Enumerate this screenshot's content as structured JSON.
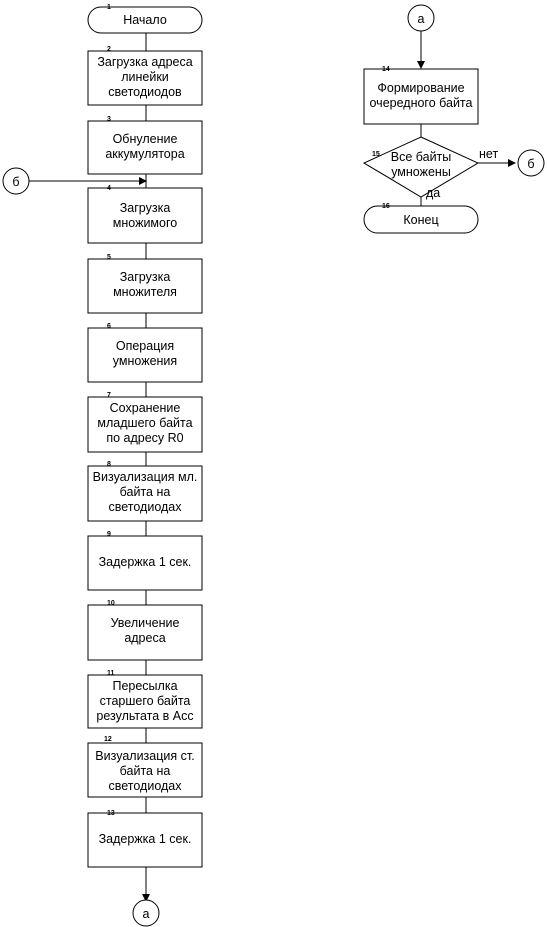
{
  "blocks": {
    "start": {
      "num": "1",
      "lines": [
        "Начало"
      ]
    },
    "b2": {
      "num": "2",
      "lines": [
        "Загрузка адреса",
        "линейки",
        "светодиодов"
      ]
    },
    "b3": {
      "num": "3",
      "lines": [
        "Обнуление",
        "аккумулятора"
      ]
    },
    "b4": {
      "num": "4",
      "lines": [
        "Загрузка",
        "множимого"
      ]
    },
    "b5": {
      "num": "5",
      "lines": [
        "Загрузка",
        "множителя"
      ]
    },
    "b6": {
      "num": "6",
      "lines": [
        "Операция",
        "умножения"
      ]
    },
    "b7": {
      "num": "7",
      "lines": [
        "Сохранение",
        "младшего байта",
        "по адресу R0"
      ]
    },
    "b8": {
      "num": "8",
      "lines": [
        "Визуализация мл.",
        "байта на",
        "светодиодах"
      ]
    },
    "b9": {
      "num": "9",
      "lines": [
        "Задержка 1 сек."
      ]
    },
    "b10": {
      "num": "10",
      "lines": [
        "Увеличение",
        "адреса"
      ]
    },
    "b11": {
      "num": "11",
      "lines": [
        "Пересылка",
        "старшего байта",
        "результата в Acc"
      ]
    },
    "b12": {
      "num": "12",
      "lines": [
        "Визуализация ст.",
        "байта на",
        "светодиодах"
      ]
    },
    "b13": {
      "num": "13",
      "lines": [
        "Задержка 1 сек."
      ]
    },
    "b14": {
      "num": "14",
      "lines": [
        "Формирование",
        "очередного байта"
      ]
    },
    "d15": {
      "num": "15",
      "lines": [
        "Все байты",
        "умножены"
      ]
    },
    "end": {
      "num": "16",
      "lines": [
        "Конец"
      ]
    }
  },
  "connectors": {
    "a_bottom": "а",
    "a_top": "а",
    "b_left": "б",
    "b_right": "б"
  },
  "branches": {
    "no": "нет",
    "yes": "да"
  }
}
